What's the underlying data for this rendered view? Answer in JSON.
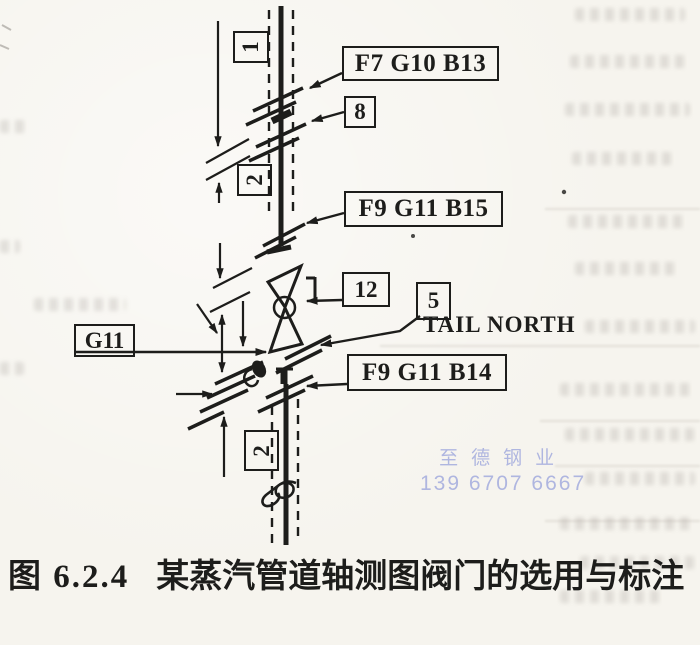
{
  "figure": {
    "caption_label": "图 6.2.4",
    "caption_title": "某蒸汽管道轴测图阀门的选用与标注"
  },
  "watermark": {
    "company": "至德钢业",
    "phone": "139 6707 6667"
  },
  "callouts": {
    "n1": "1",
    "spec_top": "F7 G10 B13",
    "n8": "8",
    "n2_upper": "2",
    "spec_mid": "F9 G11 B15",
    "n12": "12",
    "n5": "5",
    "tail_north": "TAIL NORTH",
    "spec_lower": "F9 G11 B14",
    "g11": "G11",
    "n2_lower": "2"
  },
  "colors": {
    "ink": "#1d1d1b",
    "paper": "#f6f4ee",
    "watermark": "#a3abdd"
  }
}
